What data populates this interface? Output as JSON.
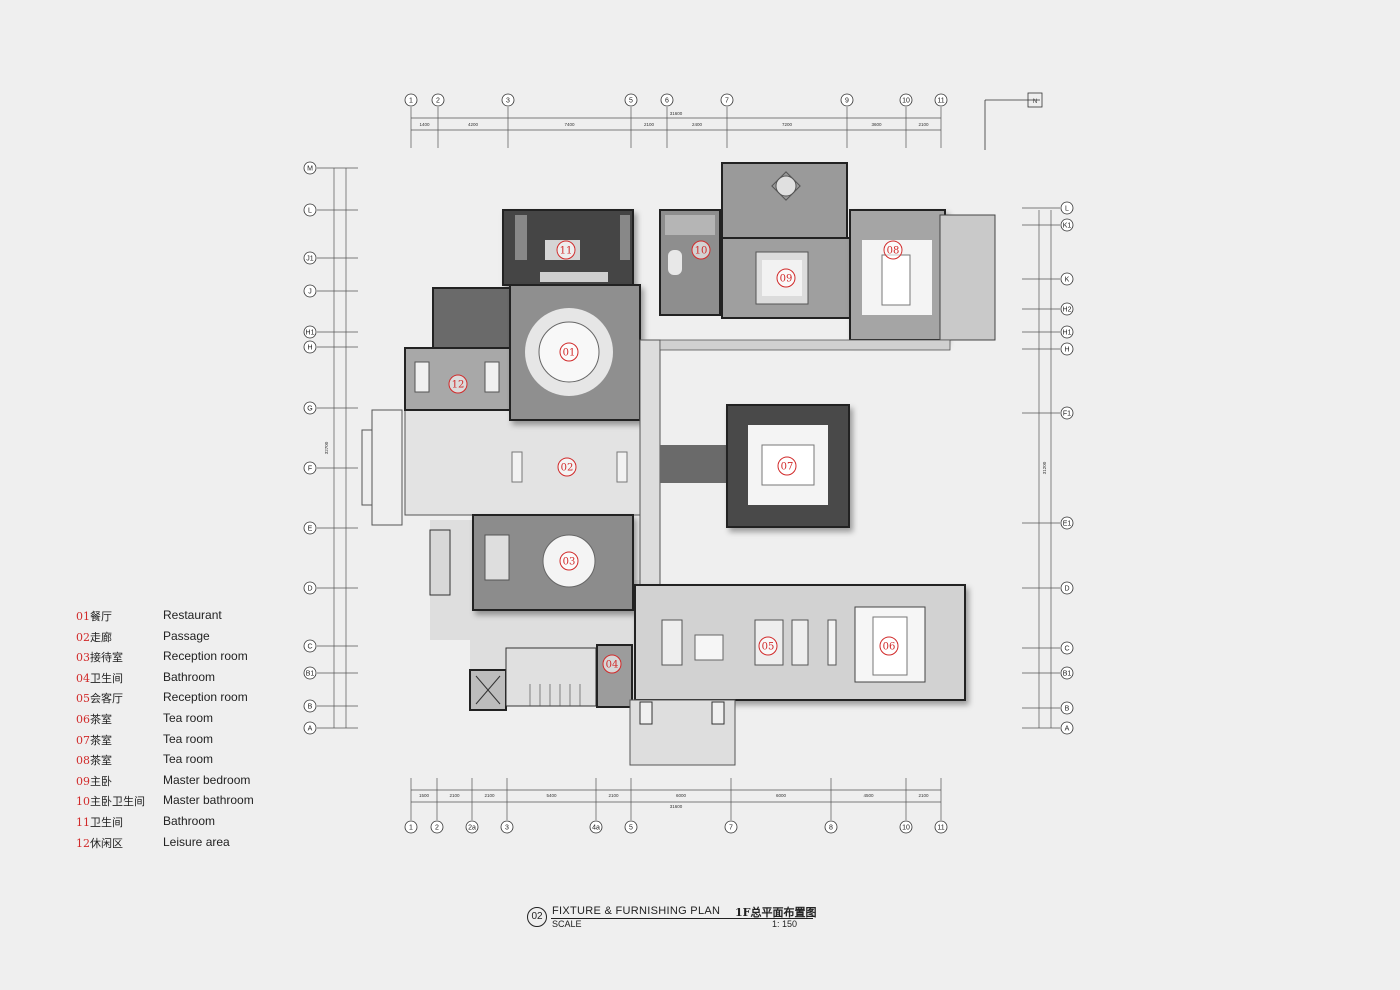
{
  "grid_top": [
    "1",
    "2",
    "3",
    "5",
    "6",
    "7",
    "9",
    "10",
    "11"
  ],
  "grid_bottom": [
    "1",
    "2",
    "2a",
    "3",
    "4a",
    "5",
    "7",
    "8",
    "10",
    "11"
  ],
  "grid_left": [
    "M",
    "L",
    "J1",
    "J",
    "H1",
    "H",
    "G",
    "F",
    "E",
    "D",
    "C",
    "B1",
    "B",
    "A"
  ],
  "grid_right": [
    "L",
    "K1",
    "K",
    "H2",
    "H1",
    "H",
    "F1",
    "E1",
    "D",
    "C",
    "B1",
    "B",
    "A"
  ],
  "dims_top": [
    "1400",
    "4200",
    "7400",
    "2100",
    "2400",
    "7200",
    "3600",
    "2100"
  ],
  "dims_top_total": "31600",
  "dims_bottom": [
    "1500",
    "2100",
    "2100",
    "5400",
    "2100",
    "6000",
    "6000",
    "4500",
    "2100"
  ],
  "dims_bottom_total": "31600",
  "dims_left_total": "32700",
  "dims_right_total": "31200",
  "north_label": "N",
  "rooms": [
    {
      "num": "01"
    },
    {
      "num": "02"
    },
    {
      "num": "03"
    },
    {
      "num": "04"
    },
    {
      "num": "05"
    },
    {
      "num": "06"
    },
    {
      "num": "07"
    },
    {
      "num": "08"
    },
    {
      "num": "09"
    },
    {
      "num": "10"
    },
    {
      "num": "11"
    },
    {
      "num": "12"
    }
  ],
  "legend": [
    {
      "num": "01",
      "zh": "餐厅",
      "en": "Restaurant"
    },
    {
      "num": "02",
      "zh": "走廊",
      "en": "Passage"
    },
    {
      "num": "03",
      "zh": "接待室",
      "en": "Reception room"
    },
    {
      "num": "04",
      "zh": "卫生间",
      "en": "Bathroom"
    },
    {
      "num": "05",
      "zh": "会客厅",
      "en": "Reception room"
    },
    {
      "num": "06",
      "zh": "茶室",
      "en": "Tea room"
    },
    {
      "num": "07",
      "zh": "茶室",
      "en": "Tea room"
    },
    {
      "num": "08",
      "zh": "茶室",
      "en": "Tea room"
    },
    {
      "num": "09",
      "zh": "主卧",
      "en": "Master bedroom"
    },
    {
      "num": "10",
      "zh": "主卧卫生间",
      "en": "Master bathroom"
    },
    {
      "num": "11",
      "zh": "卫生间",
      "en": "Bathroom"
    },
    {
      "num": "12",
      "zh": "休闲区",
      "en": "Leisure area"
    }
  ],
  "title": {
    "badge": "02",
    "en": "FIXTURE & FURNISHING  PLAN",
    "zh": "1F总平面布置图",
    "scale_label": "SCALE",
    "scale": "1:  150"
  },
  "colors": {
    "background": "#efefef",
    "room_label": "#d12a2a",
    "dark_floor": "#4a4a4a",
    "mid_floor": "#9a9a9a",
    "light_floor": "#d6d6d6",
    "wall": "#2a2a2a"
  }
}
